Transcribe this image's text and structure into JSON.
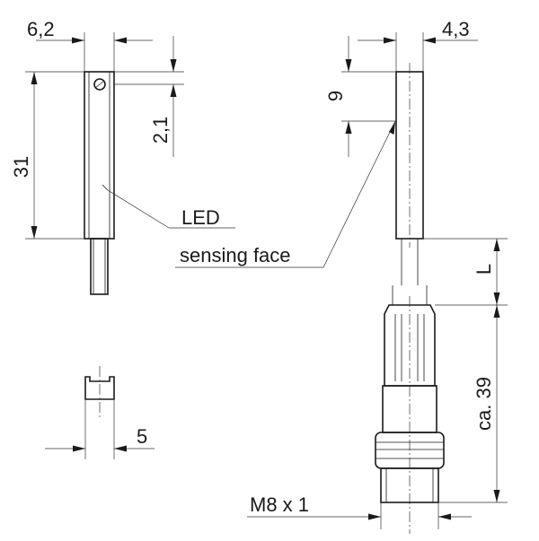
{
  "dimensions": {
    "width_left": "6,2",
    "length": "31",
    "screw_offset": "2,1",
    "width_right": "4,3",
    "face_offset": "9",
    "bottom_width": "5",
    "cable_length": "L",
    "connector_length": "ca. 39",
    "thread": "M8 x 1"
  },
  "labels": {
    "led": "LED",
    "sensing_face": "sensing face"
  }
}
